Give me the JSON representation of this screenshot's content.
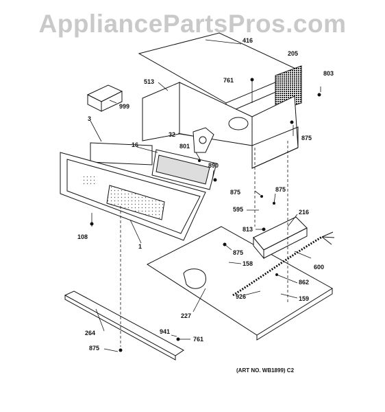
{
  "watermark": "AppliancePartsPros.com",
  "art_number": "(ART NO. WB1899) C2",
  "callouts": {
    "c416": "416",
    "c205": "205",
    "c803": "803",
    "c761a": "761",
    "c513": "513",
    "c999": "999",
    "c3": "3",
    "c32": "32",
    "c875a": "875",
    "c16": "16",
    "c801": "801",
    "c890": "890",
    "c875b": "875",
    "c875c": "875",
    "c595": "595",
    "c216": "216",
    "c108": "108",
    "c813": "813",
    "c1": "1",
    "c875d": "875",
    "c158": "158",
    "c600": "600",
    "c862": "862",
    "c926": "926",
    "c159": "159",
    "c227": "227",
    "c264": "264",
    "c941": "941",
    "c761b": "761",
    "c875e": "875"
  }
}
